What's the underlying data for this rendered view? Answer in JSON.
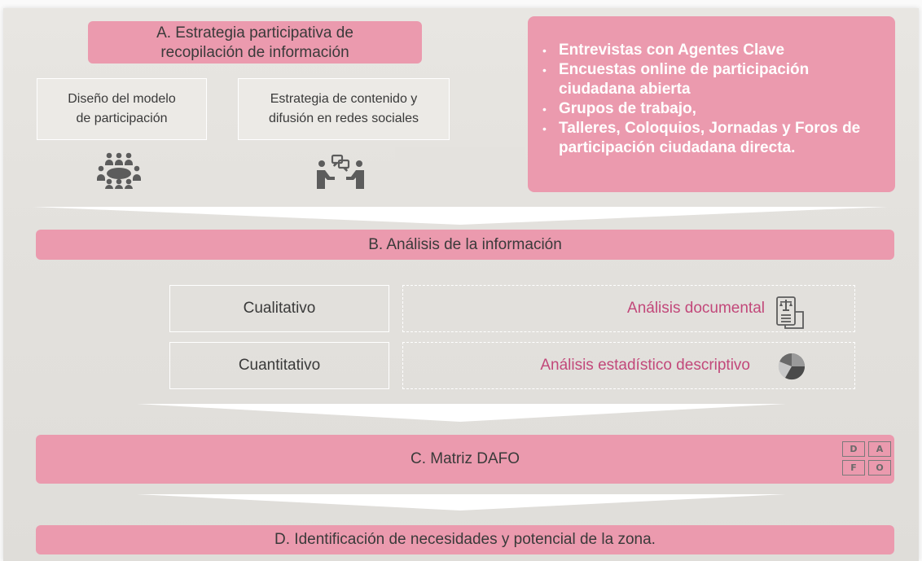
{
  "section_a": {
    "title_line1": "A. Estrategia participativa de",
    "title_line2": "recopilación de información",
    "box1_line1": "Diseño del modelo",
    "box1_line2": "de participación",
    "box2_line1": "Estrategia de contenido y",
    "box2_line2": "difusión en redes sociales",
    "icon1": "people-meeting-icon",
    "icon2": "discussion-icon"
  },
  "bullets": [
    "Entrevistas con Agentes Clave",
    "Encuestas online de participación ciudadana abierta",
    "Grupos de trabajo,",
    "Talleres, Coloquios, Jornadas y Foros de participación ciudadana directa."
  ],
  "section_b": {
    "title": "B. Análisis de la información",
    "row1_type": "Cualitativo",
    "row1_method": "Análisis documental",
    "row1_icon": "document-scale-icon",
    "row2_type": "Cuantitativo",
    "row2_method": "Análisis estadístico descriptivo",
    "row2_icon": "pie-chart-icon"
  },
  "section_c": {
    "title": "C. Matriz DAFO",
    "dafo_letters": [
      "D",
      "A",
      "F",
      "O"
    ]
  },
  "section_d": {
    "title": "D. Identificación de necesidades y potencial de la zona."
  },
  "colors": {
    "pink": "#eb9aae",
    "accent_text": "#c2487a",
    "background": "#e3e1dd"
  }
}
